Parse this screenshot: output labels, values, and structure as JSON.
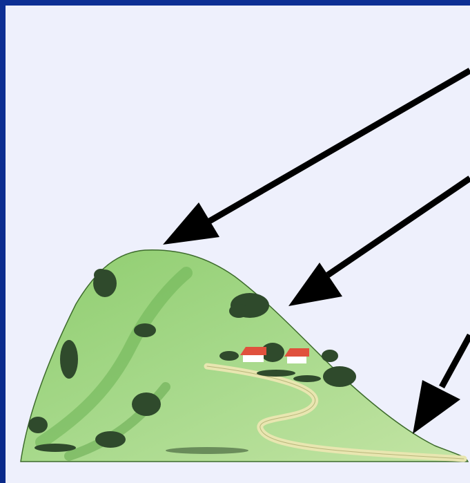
{
  "diagram": {
    "subject": "hill-illustration",
    "arrow_count": 3,
    "colors": {
      "frame": "#0a2a8a",
      "background": "#eef0fc",
      "hill_light": "#a9d98a",
      "hill_mid": "#7cc063",
      "hill_dark": "#4f9a3e",
      "bush": "#2f4a2c",
      "roof": "#e0513d",
      "path": "#e8e6b0",
      "arrow": "#000000"
    },
    "icons": [
      "hill-illustration",
      "tree-bush-icon",
      "house-icon",
      "arrow-icon"
    ]
  }
}
